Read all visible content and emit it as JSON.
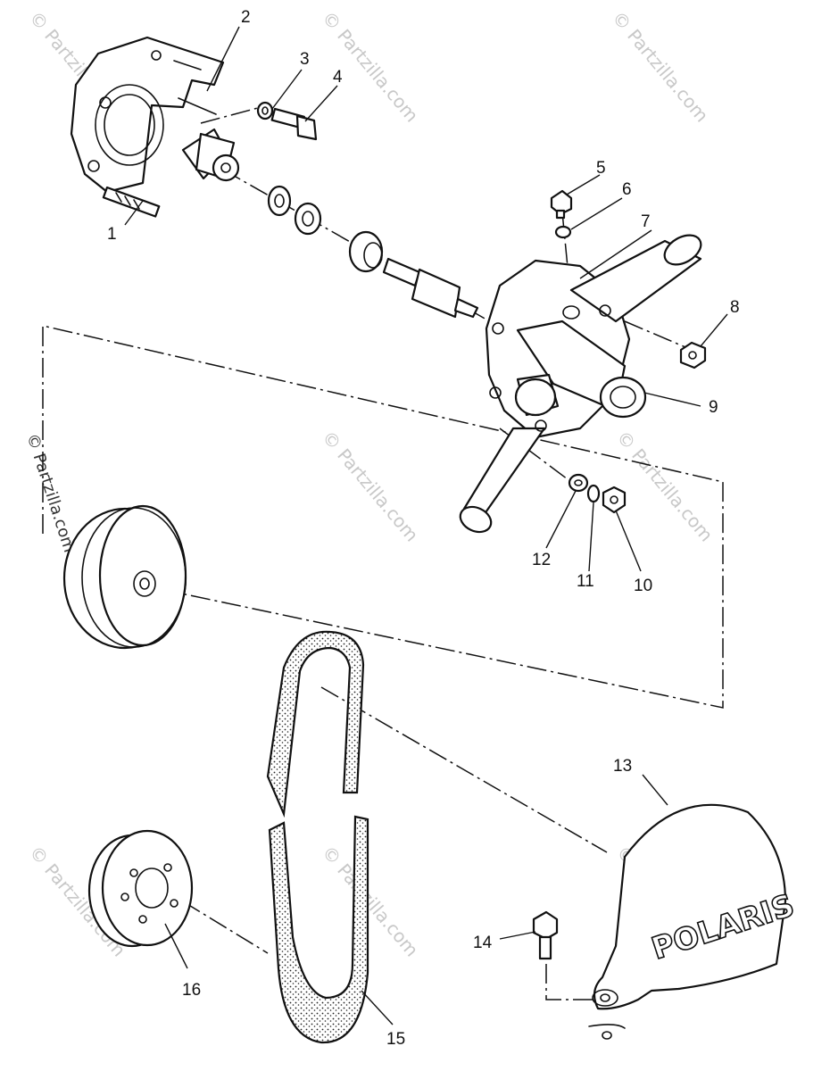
{
  "diagram": {
    "callouts": [
      "1",
      "2",
      "3",
      "4",
      "5",
      "6",
      "7",
      "8",
      "9",
      "10",
      "11",
      "12",
      "13",
      "14",
      "15",
      "16"
    ],
    "watermark": "© Partzilla.com",
    "brand_text": "POLARIS"
  }
}
